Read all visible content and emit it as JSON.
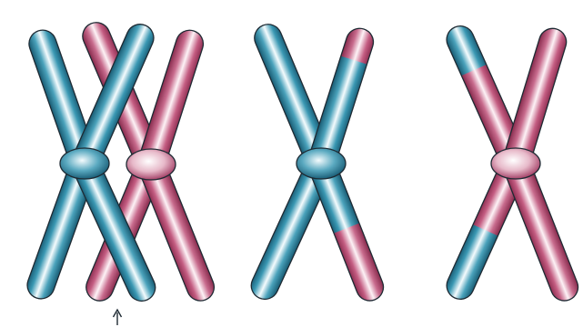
{
  "figure": {
    "colors": {
      "blue": "#2f86a0",
      "blue_dark": "#1b5f78",
      "pink": "#b4476d",
      "pink_dark": "#8e2f52",
      "highlight": "#ffffff",
      "outline": "#1e2a33",
      "background": "#ffffff"
    },
    "panels": [
      {
        "id": "homologous-pair-crossing-over",
        "chromosomes": 2,
        "arrow_marker": "arrow-up-icon"
      },
      {
        "id": "recombinant-chromosome-blue",
        "chromosomes": 1
      },
      {
        "id": "recombinant-chromosome-pink",
        "chromosomes": 1
      }
    ]
  }
}
